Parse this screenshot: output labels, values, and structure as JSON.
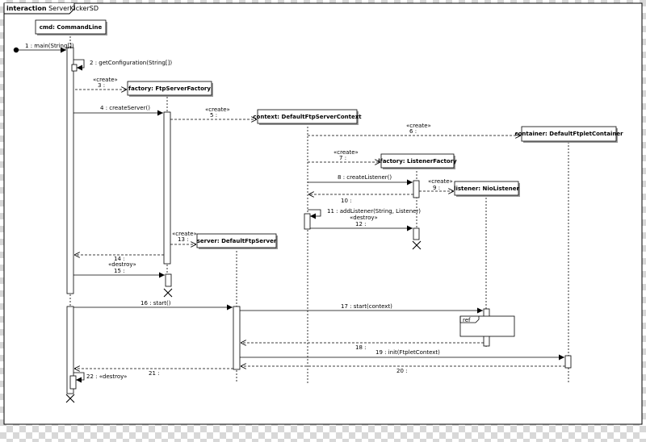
{
  "frame": {
    "keyword": "interaction",
    "name": "ServerKickerSD"
  },
  "lifelines": [
    {
      "id": "cmd",
      "label": "cmd: CommandLine"
    },
    {
      "id": "factory",
      "label": "factory: FtpServerFactory"
    },
    {
      "id": "context",
      "label": "context: DefaultFtpServerContext"
    },
    {
      "id": "container",
      "label": "container: DefaultFtpletContainer"
    },
    {
      "id": "lfactory",
      "label": "lfactory: ListenerFactory"
    },
    {
      "id": "listener",
      "label": "listener: NioListener"
    },
    {
      "id": "server",
      "label": "server: DefaultFtpServer"
    }
  ],
  "messages": [
    {
      "id": "m1",
      "number": "1",
      "text": "main(String[])",
      "kind": "found-call"
    },
    {
      "id": "m2",
      "number": "2",
      "text": "getConfiguration(String[])",
      "kind": "self-call"
    },
    {
      "id": "m3",
      "number": "3",
      "stereotype": "«create»",
      "text": "",
      "kind": "create"
    },
    {
      "id": "m4",
      "number": "4",
      "text": "createServer()",
      "kind": "call"
    },
    {
      "id": "m5",
      "number": "5",
      "stereotype": "«create»",
      "text": "",
      "kind": "create"
    },
    {
      "id": "m6",
      "number": "6",
      "stereotype": "«create»",
      "text": "",
      "kind": "create"
    },
    {
      "id": "m7",
      "number": "7",
      "stereotype": "«create»",
      "text": "",
      "kind": "create"
    },
    {
      "id": "m8",
      "number": "8",
      "text": "createListener()",
      "kind": "call"
    },
    {
      "id": "m9",
      "number": "9",
      "stereotype": "«create»",
      "text": "",
      "kind": "create"
    },
    {
      "id": "m10",
      "number": "10",
      "text": "",
      "kind": "reply"
    },
    {
      "id": "m11",
      "number": "11",
      "text": "addListener(String, Listener)",
      "kind": "self-call"
    },
    {
      "id": "m12",
      "number": "12",
      "stereotype": "«destroy»",
      "text": "",
      "kind": "destroy"
    },
    {
      "id": "m13",
      "number": "13",
      "stereotype": "«create»",
      "text": "",
      "kind": "create"
    },
    {
      "id": "m14",
      "number": "14",
      "text": "",
      "kind": "reply"
    },
    {
      "id": "m15",
      "number": "15",
      "stereotype": "«destroy»",
      "text": "",
      "kind": "destroy"
    },
    {
      "id": "m16",
      "number": "16",
      "text": "start()",
      "kind": "call"
    },
    {
      "id": "m17",
      "number": "17",
      "text": "start(context)",
      "kind": "call"
    },
    {
      "id": "m18",
      "number": "18",
      "text": "",
      "kind": "reply"
    },
    {
      "id": "m19",
      "number": "19",
      "text": "init(FtpletContext)",
      "kind": "call"
    },
    {
      "id": "m20",
      "number": "20",
      "text": "",
      "kind": "reply"
    },
    {
      "id": "m21",
      "number": "21",
      "text": "",
      "kind": "reply"
    },
    {
      "id": "m22",
      "number": "22",
      "stereotype": "«destroy»",
      "text": "",
      "kind": "self-destroy"
    }
  ],
  "ref_fragment": {
    "keyword": "ref"
  },
  "colors": {
    "line": "#000000",
    "box_fill": "#ffffff",
    "shadow": "#9a9a9a"
  }
}
